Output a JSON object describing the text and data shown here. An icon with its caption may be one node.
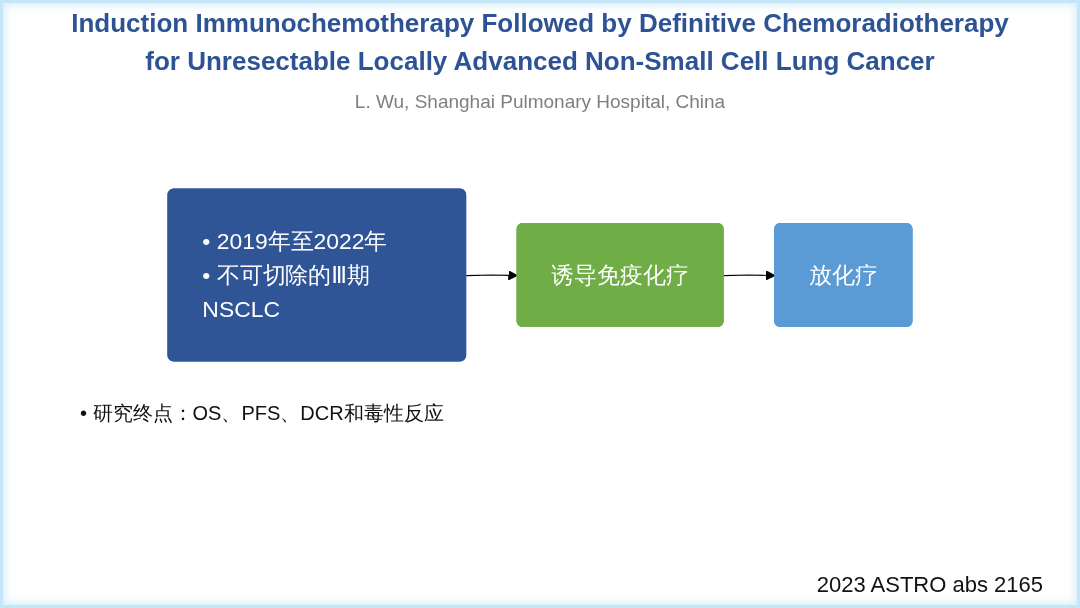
{
  "diagram": {
    "title": "Induction Immunochemotherapy Followed by Definitive Chemoradiotherapy for Unresectable Locally Advanced Non-Small Cell Lung Cancer",
    "nodes": [
      {
        "text": [
          "• 2019年至2022年",
          "• 不可切除的Ⅲ期NSCLC"
        ]
      },
      {
        "text": [
          "诱导免疫化疗"
        ]
      },
      {
        "text": [
          "放化疗"
        ]
      }
    ],
    "edges": [
      {
        "from": 0,
        "to": 1,
        "arrow": "to"
      },
      {
        "from": 1,
        "to": 2,
        "arrow": "to"
      }
    ],
    "labels": [
      "L. Wu, Shanghai Pulmonary Hospital, China",
      "• 研究终点：OS、PFS、DCR和毒性反应",
      "2023 ASTRO abs 2165"
    ]
  }
}
